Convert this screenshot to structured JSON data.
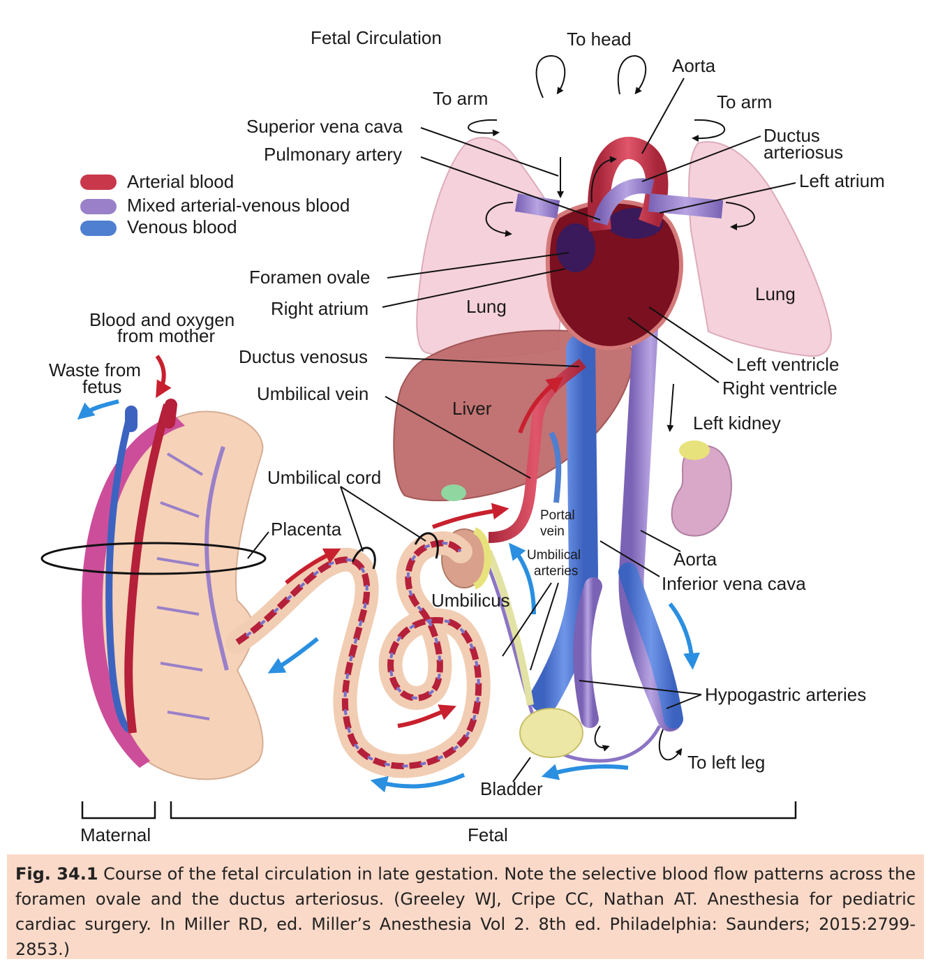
{
  "title": "Fetal Circulation",
  "legend": [
    {
      "label": "Arterial blood",
      "color": "#c8384a"
    },
    {
      "label": "Mixed arterial-venous blood",
      "color": "#9a80c8"
    },
    {
      "label": "Venous blood",
      "color": "#4f7fd0"
    }
  ],
  "labels": {
    "to_head": "To head",
    "aorta_top": "Aorta",
    "to_arm_left": "To arm",
    "to_arm_right": "To arm",
    "superior_vena_cava": "Superior vena cava",
    "pulmonary_artery": "Pulmonary artery",
    "ductus_arteriosus_1": "Ductus",
    "ductus_arteriosus_2": "arteriosus",
    "left_atrium": "Left atrium",
    "foramen_ovale": "Foramen ovale",
    "right_atrium": "Right atrium",
    "lung_left": "Lung",
    "lung_right": "Lung",
    "blood_oxygen_1": "Blood and oxygen",
    "blood_oxygen_2": "from mother",
    "waste_1": "Waste from",
    "waste_2": "fetus",
    "ductus_venosus": "Ductus venosus",
    "umbilical_vein": "Umbilical vein",
    "liver": "Liver",
    "left_ventricle": "Left ventricle",
    "right_ventricle": "Right ventricle",
    "left_kidney": "Left kidney",
    "umbilical_cord": "Umbilical cord",
    "placenta": "Placenta",
    "portal_vein_1": "Portal",
    "portal_vein_2": "vein",
    "umbilical_arteries_1": "Umbilical",
    "umbilical_arteries_2": "arteries",
    "aorta_lower": "Aorta",
    "inferior_vena_cava": "Inferior vena cava",
    "umbilicus": "Umbilicus",
    "hypogastric_arteries": "Hypogastric arteries",
    "to_left_leg": "To left leg",
    "bladder": "Bladder",
    "maternal": "Maternal",
    "fetal": "Fetal"
  },
  "caption": {
    "fig_num": "Fig. 34.1",
    "text": "Course of the fetal circulation in late gestation. Note the selective blood flow patterns across the foramen ovale and the ductus arteriosus. (Greeley WJ, Cripe CC, Nathan AT. Anesthesia for pediatric cardiac surgery. In Miller RD, ed. Miller’s Anesthesia Vol 2. 8th ed. Philadelphia: Saunders; 2015:2799-2853.)"
  }
}
